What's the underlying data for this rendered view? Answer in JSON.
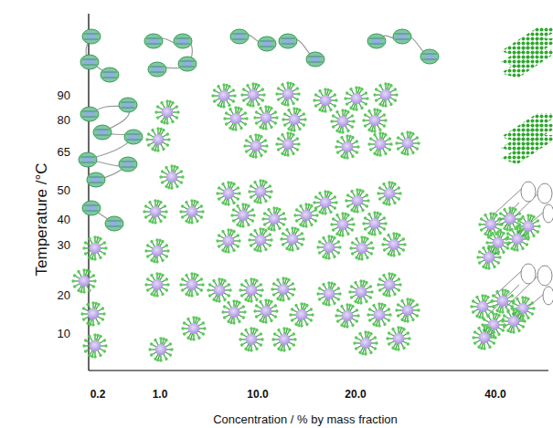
{
  "diagram": {
    "labels": [
      "Temperature /°C",
      "90",
      "80",
      "65",
      "50",
      "40",
      "30",
      "20",
      "10",
      "0.2",
      "1.0",
      "10.0",
      "20.0",
      "40.0",
      "Concentration / % by mass fraction"
    ]
  }
}
